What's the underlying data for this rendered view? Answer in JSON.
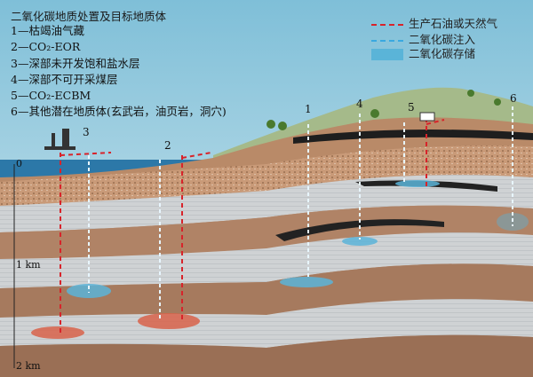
{
  "title": "二氧化碳地质处置及目标地质体",
  "targets": [
    "1—枯竭油气藏",
    "2—CO₂-EOR",
    "3—深部未开发饱和盐水层",
    "4—深部不可开采煤层",
    "5—CO₂-ECBM",
    "6—其他潜在地质体(玄武岩，油页岩，洞穴)"
  ],
  "key": {
    "production": "生产石油或天然气",
    "injection": "二氧化碳注入",
    "storage": "二氧化碳存储"
  },
  "depth_labels": [
    "0",
    "1 km",
    "2 km"
  ],
  "well_numbers": [
    "1",
    "2",
    "3",
    "4",
    "5",
    "6"
  ],
  "colors": {
    "production": "#d8232a",
    "injection": "#3aa8e0",
    "storage": "#5ab4d8"
  }
}
